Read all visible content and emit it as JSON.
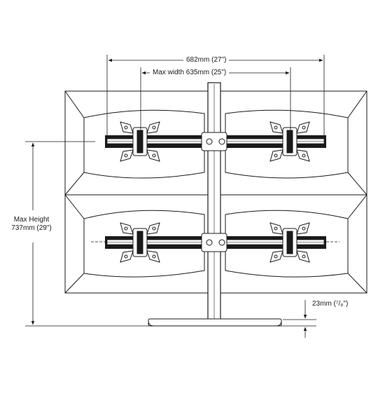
{
  "dimensions": {
    "overall_width": "682mm (27\")",
    "max_width": "Max width 635mm (25\")",
    "max_height_line1": "Max Height",
    "max_height_line2": "737mm (29\")",
    "base_thickness": "23mm (⁷/₈\")"
  },
  "colors": {
    "line": "#1a1a1a",
    "monitor_fill": "#ffffff",
    "bar_dark": "#1a1a1a",
    "pole_fill": "#ffffff"
  }
}
